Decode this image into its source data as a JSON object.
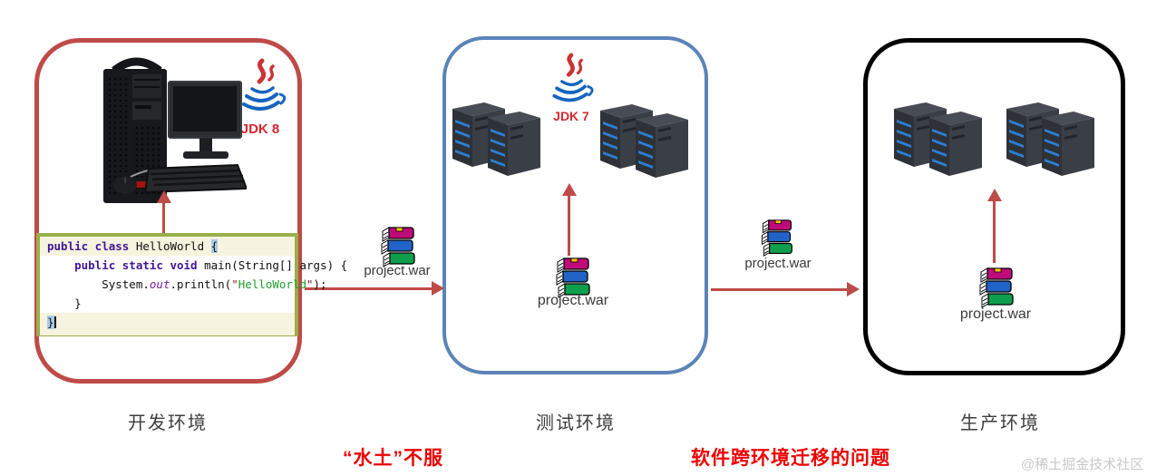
{
  "dev": {
    "env_label": "开发环境",
    "jdk_label": "JDK 8"
  },
  "test": {
    "env_label": "测试环境",
    "jdk_label": "JDK 7"
  },
  "prod": {
    "env_label": "生产环境"
  },
  "war_label": "project.war",
  "captions": {
    "incompatibility": "“水土”不服",
    "migration_problem": "软件跨环境迁移的问题"
  },
  "watermark": "@稀土掘金技术社区",
  "code": {
    "l1_kw": "public class",
    "l1_t": " HelloWorld ",
    "l1_brace": "{",
    "l2_kw": "    public static void",
    "l2_t": " main(String[] args) {",
    "l3_t1": "        System.",
    "l3_field": "out",
    "l3_t2": ".println(",
    "l3_q1": "\"",
    "l3_str": "HelloWorld",
    "l3_q2": "\"",
    "l3_t3": ");",
    "l4_t": "    }",
    "l5_brace": "}"
  },
  "colors": {
    "dev_border": "#BE4B48",
    "test_border": "#5B84B8",
    "prod_border": "#000000",
    "code_border": "#9AAE4A",
    "arrow_red": "#BE4B48",
    "jdk_text_red": "#D7282F",
    "caption_red": "#EE0000",
    "server_led_blue": "#2B7FD4"
  }
}
